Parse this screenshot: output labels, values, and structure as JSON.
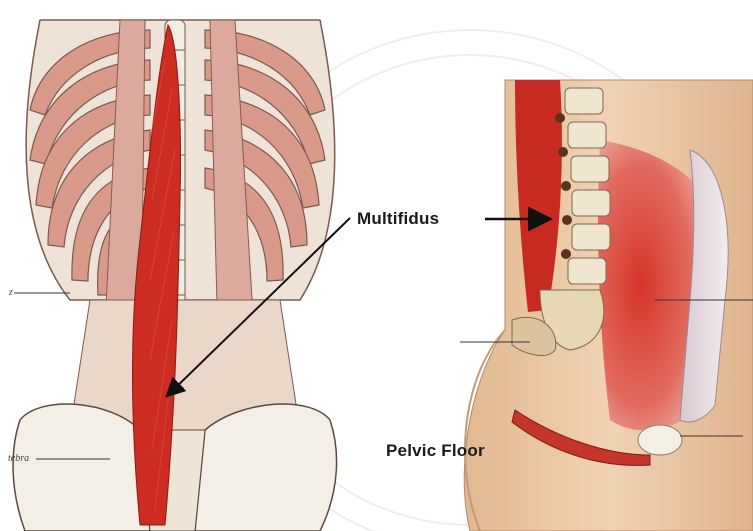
{
  "labels": {
    "multifidus": "Multifidus",
    "pelvic_floor": "Pelvic Floor",
    "small_left_top": "z",
    "small_left_bottom": "tebra"
  },
  "colors": {
    "muscle_red": "#c8281e",
    "rib_pink": "#d99a8a",
    "bone": "#efe8d8",
    "skin": "#e9c7a3"
  }
}
